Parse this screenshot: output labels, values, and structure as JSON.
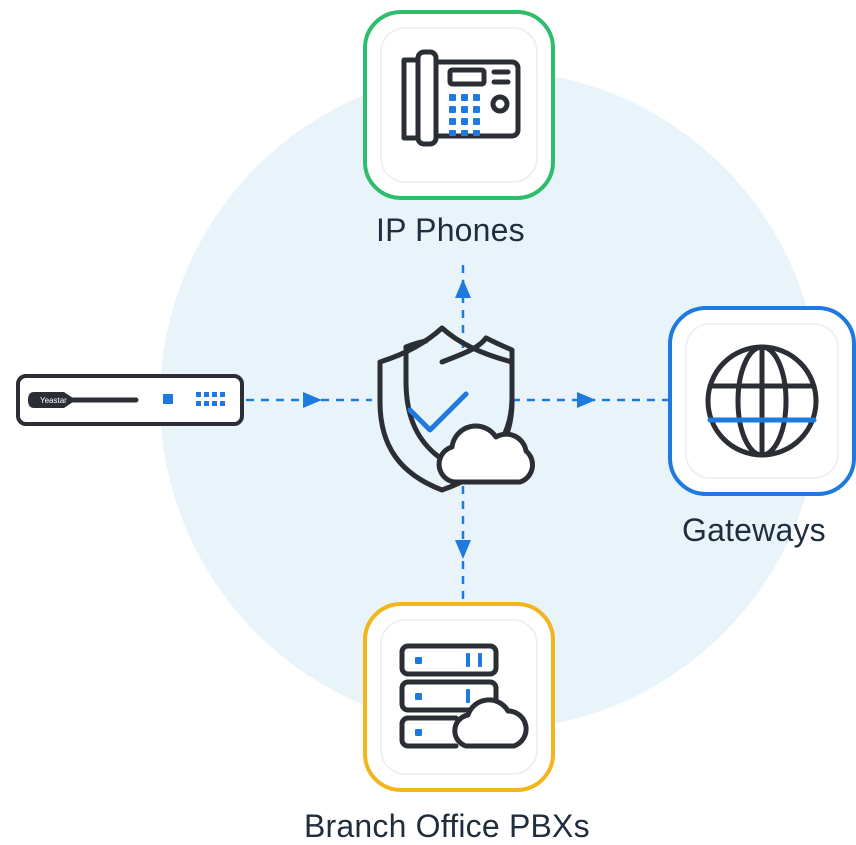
{
  "colors": {
    "background_circle": "#e8f4fa",
    "icon_stroke": "#2b2f35",
    "accent_blue": "#1f7ae0",
    "phones_border": "#2ebd6b",
    "gateways_border": "#1f7ae0",
    "pbx_border": "#f2b51c",
    "label_text": "#1f2d3d"
  },
  "nodes": {
    "ip_phones": {
      "label": "IP Phones",
      "icon": "desk-phone-icon"
    },
    "gateways": {
      "label": "Gateways",
      "icon": "globe-icon"
    },
    "branch_pbx": {
      "label": "Branch Office PBXs",
      "icon": "server-cloud-icon"
    },
    "central": {
      "icon": "shield-check-cloud-icon"
    },
    "appliance": {
      "brand_text": "Yeastar",
      "icon": "network-appliance-icon"
    }
  },
  "connections": [
    {
      "from": "appliance",
      "to": "central"
    },
    {
      "from": "central",
      "to": "ip_phones"
    },
    {
      "from": "central",
      "to": "gateways"
    },
    {
      "from": "central",
      "to": "branch_pbx"
    }
  ]
}
